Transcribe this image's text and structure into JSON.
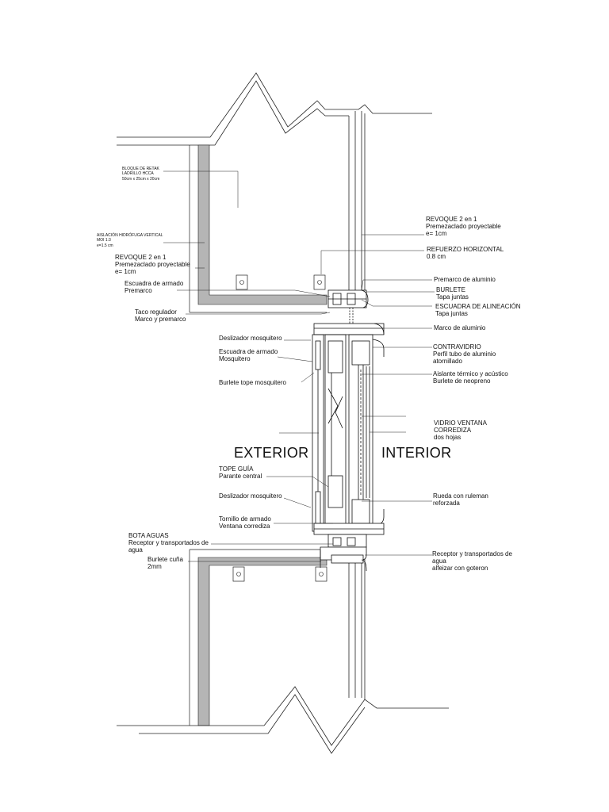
{
  "zones": {
    "exterior": "EXTERIOR",
    "interior": "INTERIOR"
  },
  "left_labels": {
    "bloque": [
      "BLOQUE DE RETAK",
      "LADRILLO HCCA",
      "50cm x 25cm x 20cm"
    ],
    "aislacion": [
      "AISLACIÓN HIDRÓFUGA VERTICAL",
      "MOI 1:3",
      "e=1.5 cm"
    ],
    "revoque": [
      "REVOQUE 2 en 1",
      "Premezaclado proyectable",
      "e= 1cm"
    ],
    "escuadra_armado_premarco": [
      "Escuadra de armado",
      "Premarco"
    ],
    "taco": [
      "Taco regulador",
      "Marco y premarco"
    ],
    "deslizador_1": [
      "Deslizador mosquitero"
    ],
    "escuadra_mosquitero": [
      "Escuadra de armado",
      "Mosquitero"
    ],
    "burlete_tope": [
      "Burlete tope mosquitero"
    ],
    "tope_guia": [
      "TOPE GUÍA",
      "Parante central"
    ],
    "deslizador_2": [
      "Deslizador mosquitero"
    ],
    "tornillo": [
      "Tornillo de armado",
      "Ventana corrediza"
    ],
    "bota_aguas": [
      "BOTA AGUAS",
      "Receptor y transportados de",
      "agua"
    ],
    "burlete_cuna": [
      "Burlete cuña",
      "2mm"
    ]
  },
  "right_labels": {
    "revoque": [
      "REVOQUE 2 en 1",
      "Premezaclado proyectable",
      "e= 1cm"
    ],
    "refuerzo": [
      "REFUERZO HORIZONTAL",
      "0.8 cm"
    ],
    "premarco": [
      "Premarco de aluminio"
    ],
    "burlete": [
      "BURLETE",
      "Tapa juntas"
    ],
    "escuadra_alineacion": [
      "ESCUADRA DE ALINEACIÓN",
      "Tapa juntas"
    ],
    "marco": [
      "Marco de aluminio"
    ],
    "contravidrio": [
      "CONTRAVIDRIO",
      "Perfil tubo de aluminio",
      "atornillado"
    ],
    "aislante": [
      "Aislante térmico y acústico",
      "Burlete de neopreno"
    ],
    "vidrio": [
      "VIDRIO VENTANA",
      "CORREDIZA",
      "dos hojas"
    ],
    "rueda": [
      "Rueda con ruleman",
      "reforzada"
    ],
    "receptor": [
      "Receptor y transportados de",
      "agua",
      "alfeizar con goteron"
    ]
  },
  "colors": {
    "line": "#111111",
    "wall_fill": "#b5b5b5",
    "wall_light": "#e6e6e6"
  }
}
